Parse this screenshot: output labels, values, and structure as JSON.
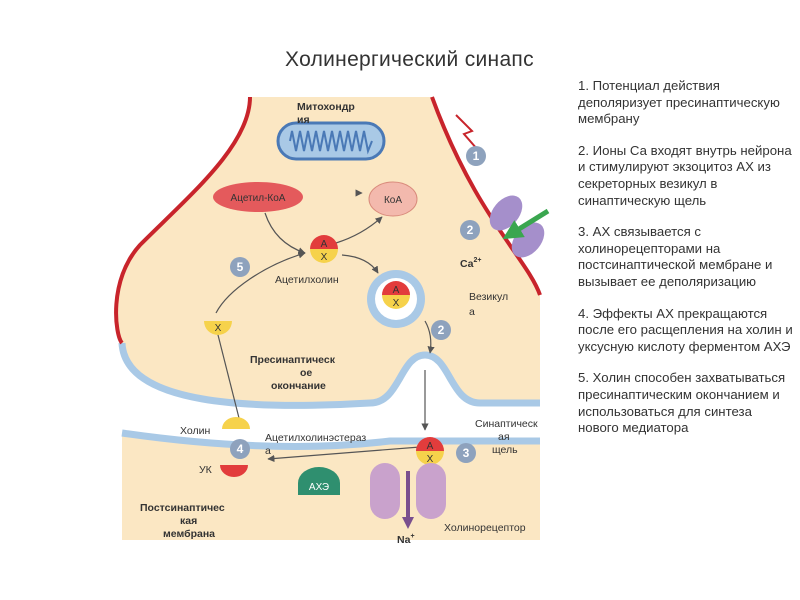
{
  "title": "Холинергический синапс",
  "labels": {
    "mitochondria_1": "Митохондр",
    "mitochondria_2": "ия",
    "acetyl_coa": "Ацетил-КоА",
    "coa": "КоА",
    "acetylcholine": "Ацетилхолин",
    "vesicle_1": "Везикул",
    "vesicle_2": "а",
    "calcium": "Ca",
    "calcium_sup": "2+",
    "presynaptic_1": "Пресинаптическ",
    "presynaptic_2": "ое",
    "presynaptic_3": "окончание",
    "choline": "Холин",
    "ache_1": "Ацетилхолинэстераз",
    "ache_2": "а",
    "acetic_acid": "УК",
    "ache_abbr": "АХЭ",
    "cleft_1": "Синаптическ",
    "cleft_2": "ая",
    "cleft_3": "щель",
    "postsynaptic_1": "Постсинаптичес",
    "postsynaptic_2": "кая",
    "postsynaptic_3": "мембрана",
    "receptor": "Холинорецептор",
    "sodium": "Na",
    "sodium_sup": "+",
    "mol_a": "А",
    "mol_x": "Х"
  },
  "markers": [
    "1",
    "2",
    "2",
    "3",
    "4",
    "5"
  ],
  "steps": [
    "1. Потенциал действия деполяризует пресинаптическую мембрану",
    "2. Ионы Са входят внутрь нейрона и стимулируют экзоцитоз АХ из секреторных везикул в синаптическую щель",
    "3. АХ связывается с холинорецепторами на постсинаптической мембране и вызывает ее деполяризацию",
    "4. Эффекты АХ прекращаются после его расщепления на холин и уксусную кислоту ферментом АХЭ",
    "5. Холин способен захватываться пресинаптическим окончанием и использоваться для синтеза нового медиатора"
  ],
  "colors": {
    "cytoplasm": "#fbe7c3",
    "membrane": "#a9c9e6",
    "presynaptic_edge": "#c8242b",
    "acetyl_coa": "#e45a5c",
    "coa": "#f3b9ad",
    "acetyl": "#e23c3c",
    "choline": "#f6d24b",
    "ache": "#2f8f6f",
    "receptor": "#c9a2cc",
    "ca_channel": "#a58fcb",
    "ca_arrow": "#3aa64f",
    "marker": "#8ea2bd"
  }
}
